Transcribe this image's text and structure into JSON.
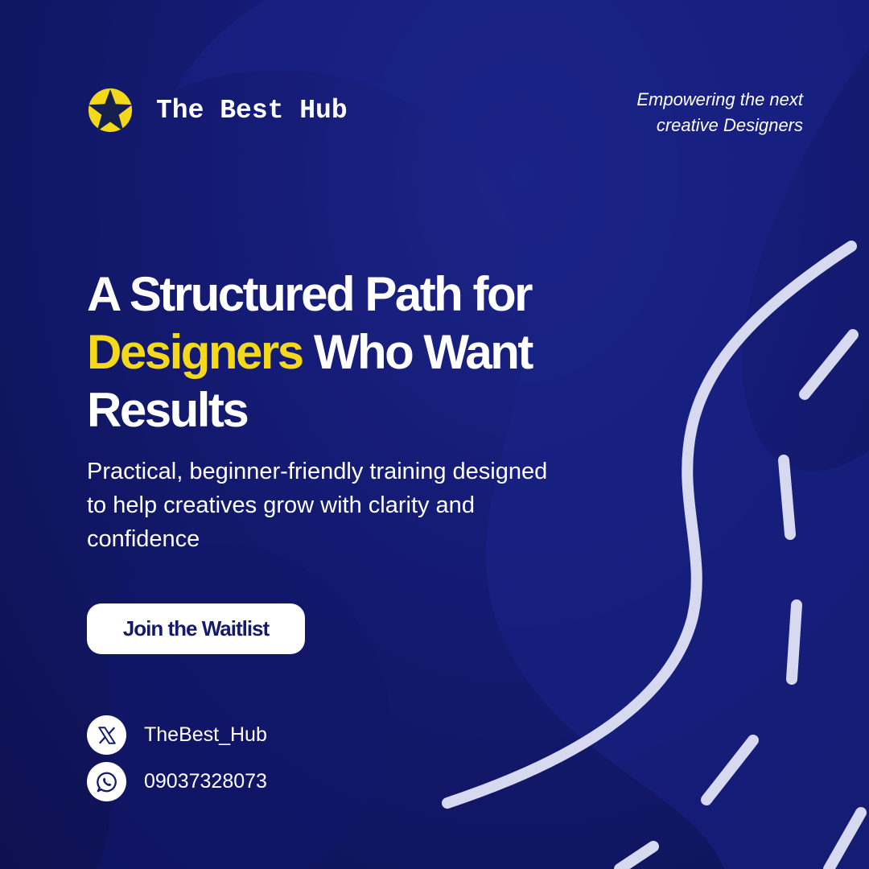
{
  "colors": {
    "background": "#141b74",
    "background_dark": "#0d1150",
    "accent_yellow": "#f4d81c",
    "text": "#ffffff",
    "button_text": "#141a6e",
    "road_line": "#d6d9ef"
  },
  "brand": {
    "logo_icon": "star-logo-icon",
    "name": "The Best Hub"
  },
  "tagline": {
    "line1": "Empowering the next",
    "line2": "creative Designers"
  },
  "headline": {
    "part1": "A Structured Path for",
    "highlight": "Designers",
    "part2": "Who Want Results"
  },
  "subheadline": "Practical, beginner-friendly training designed to help creatives grow with clarity and confidence",
  "cta": {
    "label": "Join the Waitlist"
  },
  "contacts": [
    {
      "icon": "x-logo-icon",
      "text": "TheBest_Hub"
    },
    {
      "icon": "whatsapp-icon",
      "text": "09037328073"
    }
  ]
}
